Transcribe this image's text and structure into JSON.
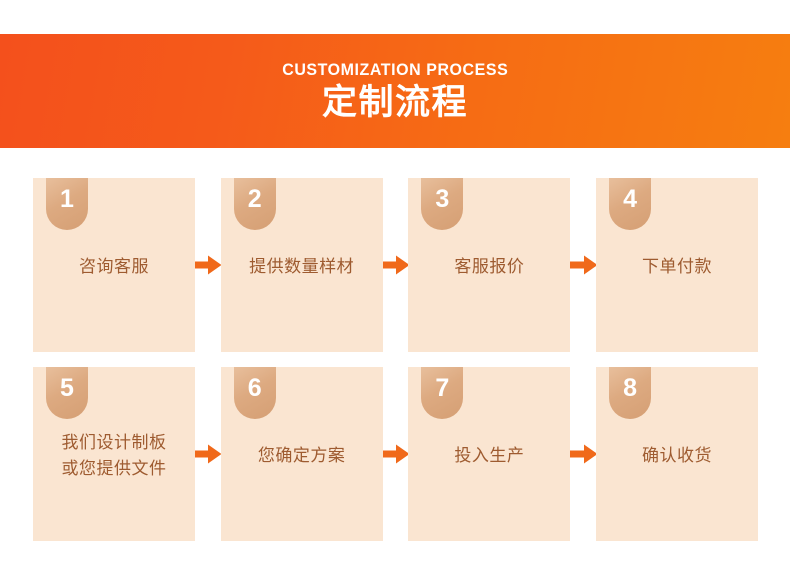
{
  "banner": {
    "subtitle": "CUSTOMIZATION PROCESS",
    "title": "定制流程",
    "gradient_from": "#F4501C",
    "gradient_to": "#F67E10",
    "text_color": "#FFFFFF"
  },
  "theme": {
    "card_background": "#FAE5D1",
    "badge_color": "#DDAA81",
    "label_color": "#9E5B30",
    "arrow_color": "#F0691A",
    "page_background": "#FFFFFF"
  },
  "steps": [
    {
      "number": "1",
      "label": "咨询客服"
    },
    {
      "number": "2",
      "label": "提供数量样材"
    },
    {
      "number": "3",
      "label": "客服报价"
    },
    {
      "number": "4",
      "label": "下单付款"
    },
    {
      "number": "5",
      "label": "我们设计制板\n或您提供文件"
    },
    {
      "number": "6",
      "label": "您确定方案"
    },
    {
      "number": "7",
      "label": "投入生产"
    },
    {
      "number": "8",
      "label": "确认收货"
    }
  ]
}
